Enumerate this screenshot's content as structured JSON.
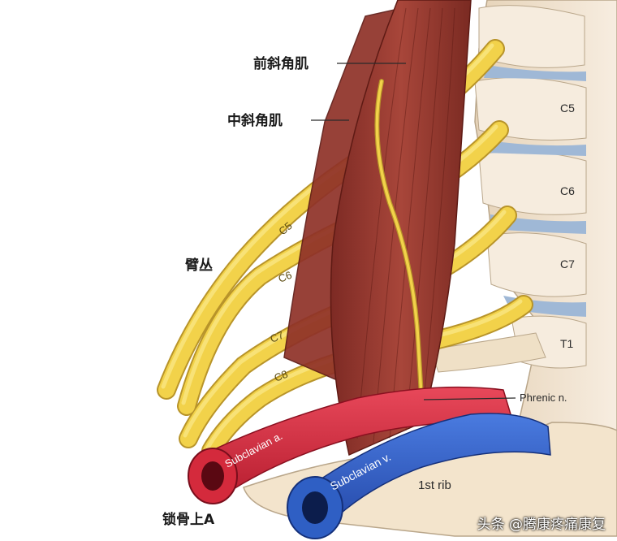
{
  "labels": {
    "anterior_scalene": "前斜角肌",
    "middle_scalene": "中斜角肌",
    "brachial_plexus": "臂丛",
    "supraclavicular_a": "锁骨上A",
    "phrenic_nerve": "Phrenic n.",
    "subclavian_artery": "Subclavian a.",
    "subclavian_vein": "Subclavian v.",
    "first_rib": "1st rib"
  },
  "vertebrae": [
    "C5",
    "C6",
    "C7",
    "T1"
  ],
  "nerve_roots": [
    "C5",
    "C6",
    "C7",
    "C8"
  ],
  "watermark": "头条 @腾康疼痛康复",
  "colors": {
    "nerve": "#f2d24a",
    "nerve_outline": "#b8942a",
    "muscle": "#9c3a30",
    "artery": "#d42a3c",
    "vein": "#2f5fc4",
    "bone": "#f3e6d2",
    "disc": "#9fb8d6"
  }
}
